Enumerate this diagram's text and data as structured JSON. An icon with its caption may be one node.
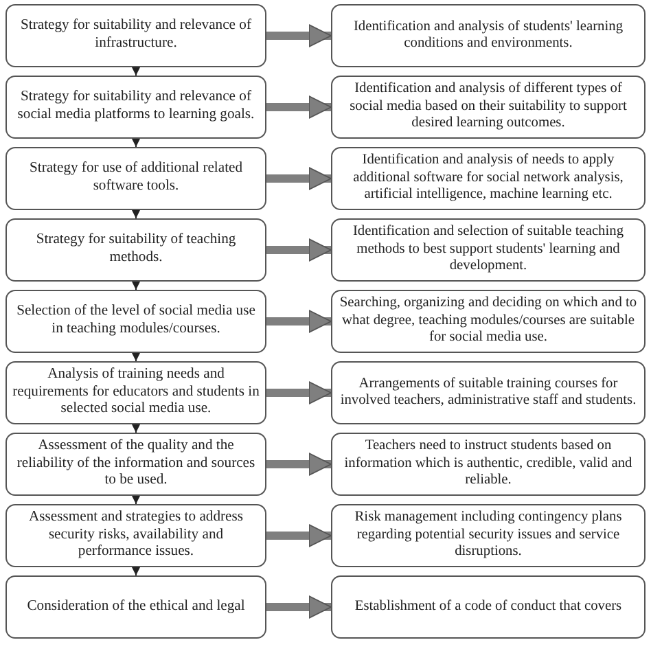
{
  "diagram": {
    "nodes": [
      {
        "text": [
          "Strategy for suitability and relevance of infrastructure."
        ]
      },
      {
        "text": [
          "Identification and analysis of students' learning conditions and environments."
        ]
      },
      {
        "text": [
          "Strategy for suitability and relevance of social media platforms to learning goals."
        ]
      },
      {
        "text": [
          "Identification and analysis of different types of social media based on their suitability to support desired learning outcomes."
        ]
      },
      {
        "text": [
          "Strategy for use of additional related software tools."
        ]
      },
      {
        "text": [
          "Identification and analysis of needs to apply additional software for social network analysis, artificial intelligence, machine learning etc."
        ]
      },
      {
        "text": [
          "Strategy for suitability of teaching methods."
        ]
      },
      {
        "text": [
          "Identification and selection of suitable teaching methods to best support students' learning and development."
        ]
      },
      {
        "text": [
          "Selection of the level of social media use in teaching modules/courses."
        ]
      },
      {
        "text": [
          "Searching, organizing and deciding on which and to what degree, teaching modules/courses are suitable for social media use."
        ]
      },
      {
        "text": [
          "Analysis of training needs and requirements for educators and students in selected social media use."
        ]
      },
      {
        "text": [
          "Arrangements of suitable training courses for involved teachers, administrative staff and students."
        ]
      },
      {
        "text": [
          "Assessment of the quality and the reliability of the information and sources to be used."
        ]
      },
      {
        "text": [
          "Teachers need to instruct students based on information which is authentic, credible, valid and reliable."
        ]
      },
      {
        "text": [
          "Assessment and strategies to address security risks, availability and performance issues."
        ]
      },
      {
        "text": [
          "Risk management including contingency plans regarding potential security issues and service disruptions."
        ]
      },
      {
        "text": [
          "Consideration of the ethical and legal"
        ]
      },
      {
        "text": [
          "Establishment of a code of conduct that covers"
        ]
      }
    ],
    "edges": [
      {
        "from": 0,
        "to": 1,
        "arrow": "to"
      },
      {
        "from": 0,
        "to": 2,
        "arrow": "to",
        "color": "#222222"
      },
      {
        "from": 2,
        "to": 3,
        "arrow": "to"
      },
      {
        "from": 2,
        "to": 4,
        "arrow": "to",
        "color": "#222222"
      },
      {
        "from": 4,
        "to": 5,
        "arrow": "to"
      },
      {
        "from": 4,
        "to": 6,
        "arrow": "to",
        "color": "#222222"
      },
      {
        "from": 6,
        "to": 7,
        "arrow": "to"
      },
      {
        "from": 6,
        "to": 8,
        "arrow": "to",
        "color": "#222222"
      },
      {
        "from": 8,
        "to": 9,
        "arrow": "to"
      },
      {
        "from": 8,
        "to": 10,
        "arrow": "to",
        "color": "#222222"
      },
      {
        "from": 10,
        "to": 11,
        "arrow": "to"
      },
      {
        "from": 10,
        "to": 12,
        "arrow": "to",
        "color": "#222222"
      },
      {
        "from": 12,
        "to": 13,
        "arrow": "to"
      },
      {
        "from": 12,
        "to": 14,
        "arrow": "to",
        "color": "#222222"
      },
      {
        "from": 14,
        "to": 15,
        "arrow": "to"
      },
      {
        "from": 14,
        "to": 16,
        "arrow": "to",
        "color": "#222222"
      },
      {
        "from": 16,
        "to": 17,
        "arrow": "to"
      }
    ]
  }
}
